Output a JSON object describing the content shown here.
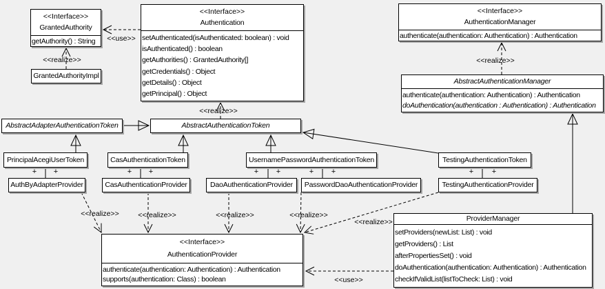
{
  "colors": {
    "background": "#f0f0f0",
    "box_fill": "#ffffff",
    "line": "#000000",
    "shadow": "#a6a6a6"
  },
  "labels": {
    "use": "<<use>>",
    "realize": "<<realize>>",
    "plus": "+"
  },
  "classes": {
    "grantedAuthority": {
      "stereotype": "<<Interface>>",
      "name": "GrantedAuthority",
      "methods": [
        "getAuthority() : String"
      ]
    },
    "grantedAuthorityImpl": {
      "name": "GrantedAuthorityImpl"
    },
    "authentication": {
      "stereotype": "<<Interface>>",
      "name": "Authentication",
      "methods": [
        "setAuthenticated(isAuthenticated: boolean) : void",
        "isAuthenticated() : boolean",
        "getAuthorities() : GrantedAuthority[]",
        "getCredentials() : Object",
        "getDetails() : Object",
        "getPrincipal() : Object"
      ]
    },
    "authenticationManager": {
      "stereotype": "<<Interface>>",
      "name": "AuthenticationManager",
      "methods": [
        "authenticate(authentication: Authentication) : Authentication"
      ]
    },
    "abstractAuthenticationManager": {
      "name": "AbstractAuthenticationManager",
      "methods": [
        "authenticate(authentication: Authentication) : Authentication",
        "doAuthentication(authentication : Authentication) : Authentication"
      ]
    },
    "abstractAdapterAuthenticationToken": {
      "name": "AbstractAdapterAuthenticationToken"
    },
    "abstractAuthenticationToken": {
      "name": "AbstractAuthenticationToken"
    },
    "principalAcegiUserToken": {
      "name": "PrincipalAcegiUserToken"
    },
    "casAuthenticationToken": {
      "name": "CasAuthenticationToken"
    },
    "usernamePasswordAuthenticationToken": {
      "name": "UsernamePasswordAuthenticationToken"
    },
    "testingAuthenticationToken": {
      "name": "TestingAuthenticationToken"
    },
    "authByAdapterProvider": {
      "name": "AuthByAdapterProvider"
    },
    "casAuthenticationProvider": {
      "name": "CasAuthenticationProvider"
    },
    "daoAuthenticationProvider": {
      "name": "DaoAuthenticationProvider"
    },
    "passwordDaoAuthenticationProvider": {
      "name": "PasswordDaoAuthenticationProvider"
    },
    "testingAuthenticationProvider": {
      "name": "TestingAuthenticationProvider"
    },
    "authenticationProvider": {
      "stereotype": "<<Interface>>",
      "name": "AuthenticationProvider",
      "methods": [
        "authenticate(authentication: Authentication) : Authentication",
        "supports(authentication: Class) : boolean"
      ]
    },
    "providerManager": {
      "name": "ProviderManager",
      "methods": [
        "setProviders(newList: List) : void",
        "getProviders() : List",
        "afterPropertiesSet() : void",
        "doAuthentication(authentication: Authentication) : Authentication",
        "checkIfValidList(listToCheck: List) : void"
      ]
    }
  }
}
